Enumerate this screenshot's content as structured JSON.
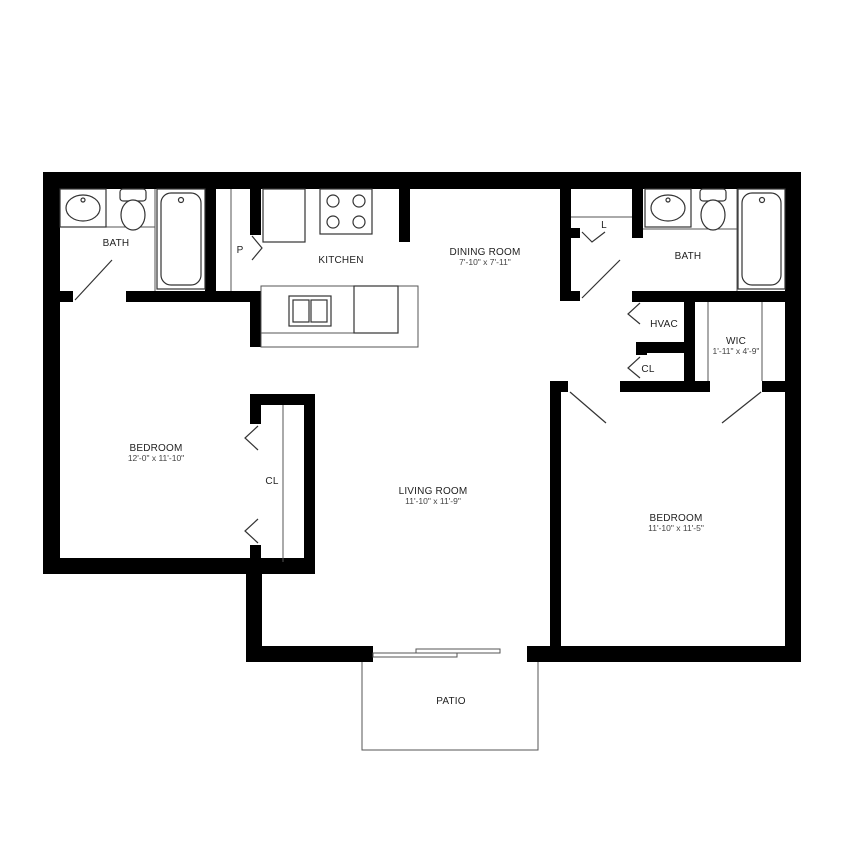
{
  "rooms": {
    "bath_left": {
      "name": "BATH"
    },
    "kitchen": {
      "name": "KITCHEN"
    },
    "pantry": {
      "name": "P"
    },
    "dining": {
      "name": "DINING ROOM",
      "size": "7'-10\" x 7'-11\""
    },
    "linen": {
      "name": "L"
    },
    "bath_right": {
      "name": "BATH"
    },
    "hvac": {
      "name": "HVAC"
    },
    "wic": {
      "name": "WIC",
      "size": "1'-11\" x 4'-9\""
    },
    "closet_small": {
      "name": "CL"
    },
    "bedroom_left": {
      "name": "BEDROOM",
      "size": "12'-0\" x 11'-10\""
    },
    "closet_left": {
      "name": "CL"
    },
    "living": {
      "name": "LIVING ROOM",
      "size": "11'-10\" x 11'-9\""
    },
    "bedroom_right": {
      "name": "BEDROOM",
      "size": "11'-10\" x 11'-5\""
    },
    "patio": {
      "name": "PATIO"
    }
  }
}
